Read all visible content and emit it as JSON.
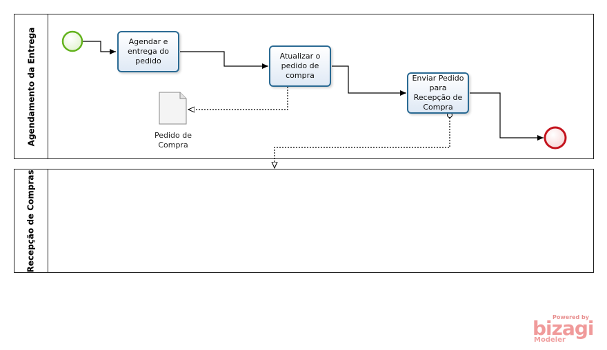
{
  "pools": [
    {
      "label": "Agendamento da Entrega"
    },
    {
      "label": "Recepção de Compras"
    }
  ],
  "tasks": [
    {
      "label": "Agendar e entrega do pedido"
    },
    {
      "label": "Atualizar o pedido de compra"
    },
    {
      "label": "Enviar Pedido para Recepção de Compra"
    }
  ],
  "data_object": {
    "label": "Pedido de Compra"
  },
  "logo": {
    "powered": "Powered by",
    "name": "bizagi",
    "product": "Modeler"
  },
  "colors": {
    "task_border": "#2a6a93",
    "start_event": "#62b21c",
    "end_event": "#c4141e",
    "logo": "#f09a9a"
  }
}
